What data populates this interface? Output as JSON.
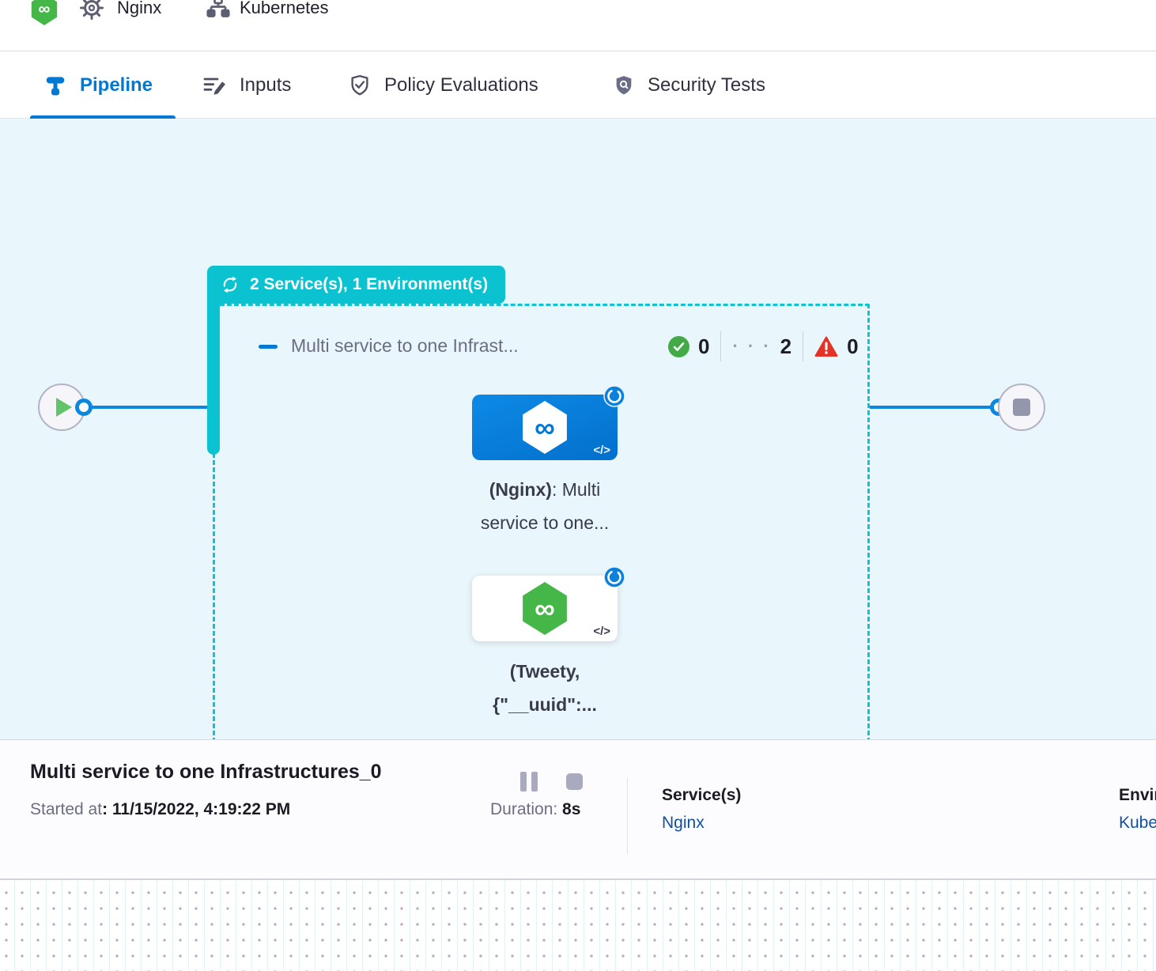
{
  "header": {
    "service_name": "Nginx",
    "environment_name": "Kubernetes",
    "logo_glyph": "∞"
  },
  "tabs": {
    "pipeline": "Pipeline",
    "inputs": "Inputs",
    "policy": "Policy Evaluations",
    "security": "Security Tests"
  },
  "stage": {
    "badge": "2 Service(s), 1 Environment(s)",
    "name": "Multi service to one Infrast...",
    "success_count": "0",
    "running_count": "2",
    "failed_count": "0",
    "running_dots_glyph": "· · ·"
  },
  "nodes": {
    "node1_label_bold": "(Nginx)",
    "node1_label_rest": ": Multi service to one...",
    "node2_label": "(Tweety, {\"__uuid\":...",
    "logo_glyph": "∞",
    "code_glyph": "</>"
  },
  "footer": {
    "title": "Multi service to one Infrastructures_0",
    "started_label": "Started at",
    "started_value": ": 11/15/2022, 4:19:22 PM",
    "duration_label": "Duration: ",
    "duration_value": "8s",
    "services_label": "Service(s)",
    "services_value": "Nginx",
    "environments_label": "Environment(s)",
    "environments_value": "Kubernetes"
  },
  "colors": {
    "teal_accent": "#0bc3d0",
    "primary_blue": "#0278d5",
    "edge_blue": "#0b87e0",
    "harness_green": "#44b748",
    "success_green": "#42ab45",
    "error_red": "#e43326",
    "link_blue": "#124f9e",
    "canvas_bg": "#e9f6fb"
  }
}
